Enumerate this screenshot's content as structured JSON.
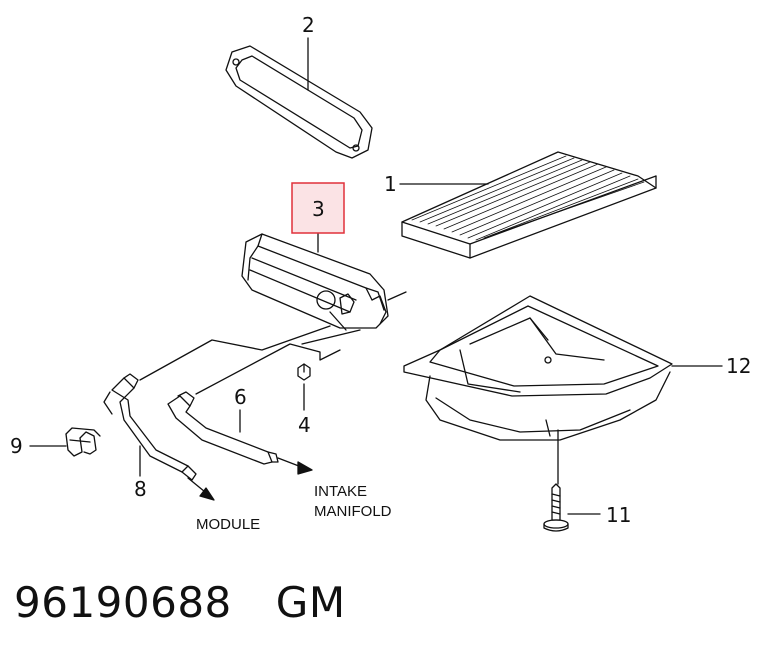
{
  "diagram": {
    "callouts": {
      "c1": "1",
      "c2": "2",
      "c3": "3",
      "c4": "4",
      "c6": "6",
      "c8": "8",
      "c9": "9",
      "c11": "11",
      "c12": "12"
    },
    "notes": {
      "module": "MODULE",
      "intake_line1": "INTAKE",
      "intake_line2": "MANIFOLD"
    },
    "highlight_color": "#e0303a",
    "highlight_fill": "#fbe3e5"
  },
  "footer": {
    "part_number": "96190688",
    "brand": "GM"
  }
}
